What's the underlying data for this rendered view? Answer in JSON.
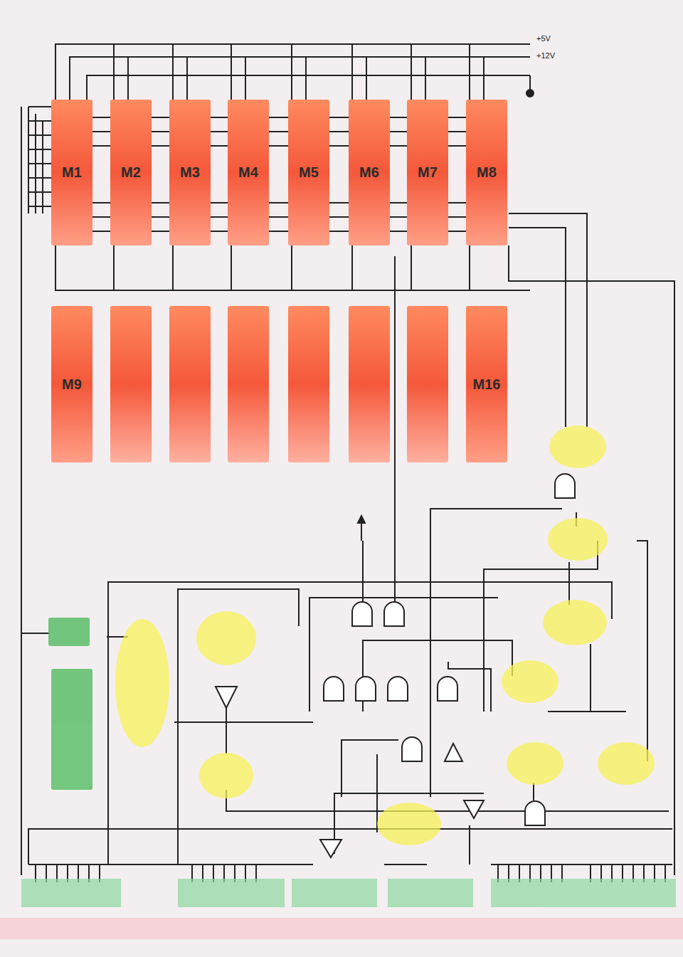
{
  "diagram": {
    "nodes": [
      {
        "text": [
          "M1"
        ]
      },
      {
        "text": [
          "M2"
        ]
      },
      {
        "text": [
          "M3"
        ]
      },
      {
        "text": [
          "M4"
        ]
      },
      {
        "text": [
          "M5"
        ]
      },
      {
        "text": [
          "M6"
        ]
      },
      {
        "text": [
          "M7"
        ]
      },
      {
        "text": [
          "M8"
        ]
      },
      {
        "text": [
          "M9"
        ]
      },
      {
        "text": [
          "M16"
        ]
      }
    ],
    "edges": [
      {
        "from": 0,
        "to": 1,
        "arrow": "none"
      },
      {
        "from": 1,
        "to": 2,
        "arrow": "none"
      },
      {
        "from": 2,
        "to": 3,
        "arrow": "none"
      },
      {
        "from": 3,
        "to": 4,
        "arrow": "none"
      },
      {
        "from": 4,
        "to": 5,
        "arrow": "none"
      },
      {
        "from": 5,
        "to": 6,
        "arrow": "none"
      },
      {
        "from": 6,
        "to": 7,
        "arrow": "none"
      }
    ],
    "labels": [
      "+5V",
      "+12V"
    ]
  }
}
